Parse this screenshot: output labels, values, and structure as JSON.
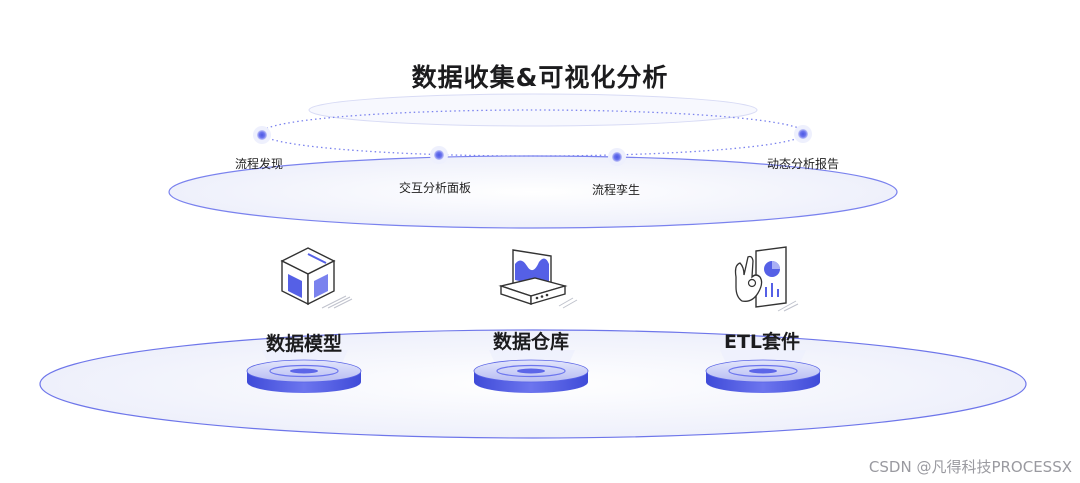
{
  "title": "数据收集&可视化分析",
  "features": [
    "流程发现",
    "交互分析面板",
    "流程孪生",
    "动态分析报告"
  ],
  "pillars": [
    "数据模型",
    "数据仓库",
    "ETL套件"
  ],
  "icons": [
    "cube-model-icon",
    "data-warehouse-icon",
    "hand-report-icon"
  ],
  "watermark": "CSDN @凡得科技PROCESSX",
  "colors": {
    "accent": "#5560e6",
    "ring": "#8a8ff0",
    "text": "#1c1c1e"
  }
}
